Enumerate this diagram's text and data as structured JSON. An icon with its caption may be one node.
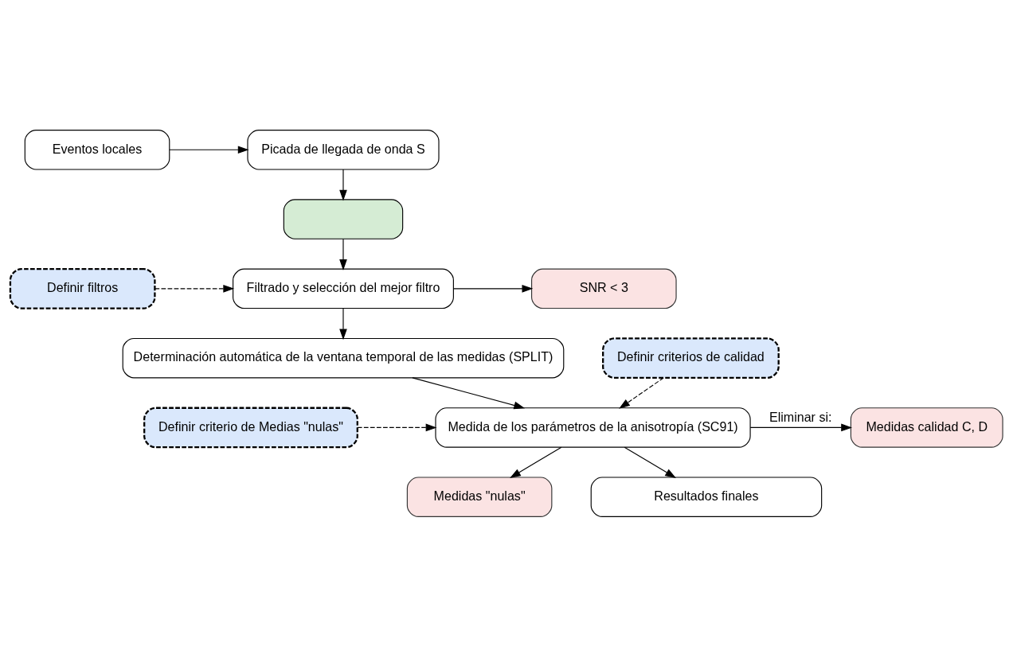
{
  "diagram": {
    "nodes": [
      {
        "text": [
          "Eventos locales"
        ]
      },
      {
        "text": [
          "Picada de llegada de onda S"
        ]
      },
      {
        "text": [],
        "shape": "box"
      },
      {
        "text": [
          "Definir filtros"
        ]
      },
      {
        "text": [
          "Filtrado y selección del mejor filtro"
        ]
      },
      {
        "text": [
          "SNR < 3"
        ]
      },
      {
        "text": [
          "Determinación automática de la ventana temporal de las medidas (SPLIT)"
        ]
      },
      {
        "text": [
          "Definir criterios de calidad"
        ]
      },
      {
        "text": [
          "Definir criterio de Medias \"nulas\""
        ]
      },
      {
        "text": [
          "Medida de los parámetros de la anisotropía (SC91)"
        ]
      },
      {
        "text": [
          "Medidas calidad C, D"
        ]
      },
      {
        "text": [
          "Medidas \"nulas\""
        ]
      },
      {
        "text": [
          "Resultados finales"
        ]
      }
    ],
    "edges": [
      {
        "from": 0,
        "to": 1,
        "arrow": "to"
      },
      {
        "from": 1,
        "to": 2,
        "arrow": "to"
      },
      {
        "from": 2,
        "to": 4,
        "arrow": "to"
      },
      {
        "from": 3,
        "to": 4,
        "arrow": "to",
        "style": "dashed"
      },
      {
        "from": 4,
        "to": 5,
        "arrow": "to"
      },
      {
        "from": 4,
        "to": 6,
        "arrow": "to"
      },
      {
        "from": 6,
        "to": 9,
        "arrow": "to"
      },
      {
        "from": 7,
        "to": 9,
        "arrow": "to",
        "style": "dashed"
      },
      {
        "from": 8,
        "to": 9,
        "arrow": "to",
        "style": "dashed"
      },
      {
        "from": 9,
        "to": 10,
        "arrow": "to",
        "label": "Eliminar si:"
      },
      {
        "from": 9,
        "to": 11,
        "arrow": "to"
      },
      {
        "from": 9,
        "to": 12,
        "arrow": "to"
      }
    ]
  }
}
